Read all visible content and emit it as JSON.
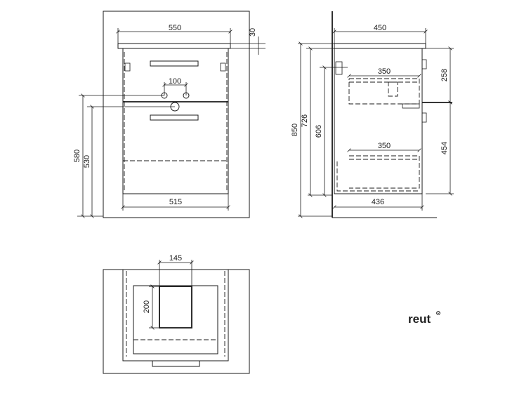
{
  "front_view": {
    "width_top": "550",
    "top_thickness": "30",
    "hole_spacing": "100",
    "height_outer": "580",
    "height_inner": "530",
    "width_bottom": "515"
  },
  "side_view": {
    "depth_top": "450",
    "drawer_depth_upper": "350",
    "drawer_depth_lower": "350",
    "height_total": "850",
    "height_726": "726",
    "height_606": "606",
    "upper_drawer_height": "258",
    "lower_drawer_height": "454",
    "depth_bottom": "436"
  },
  "top_view": {
    "cutout_width": "145",
    "cutout_depth": "200"
  },
  "brand": {
    "name": "reut",
    "mark": "R"
  }
}
